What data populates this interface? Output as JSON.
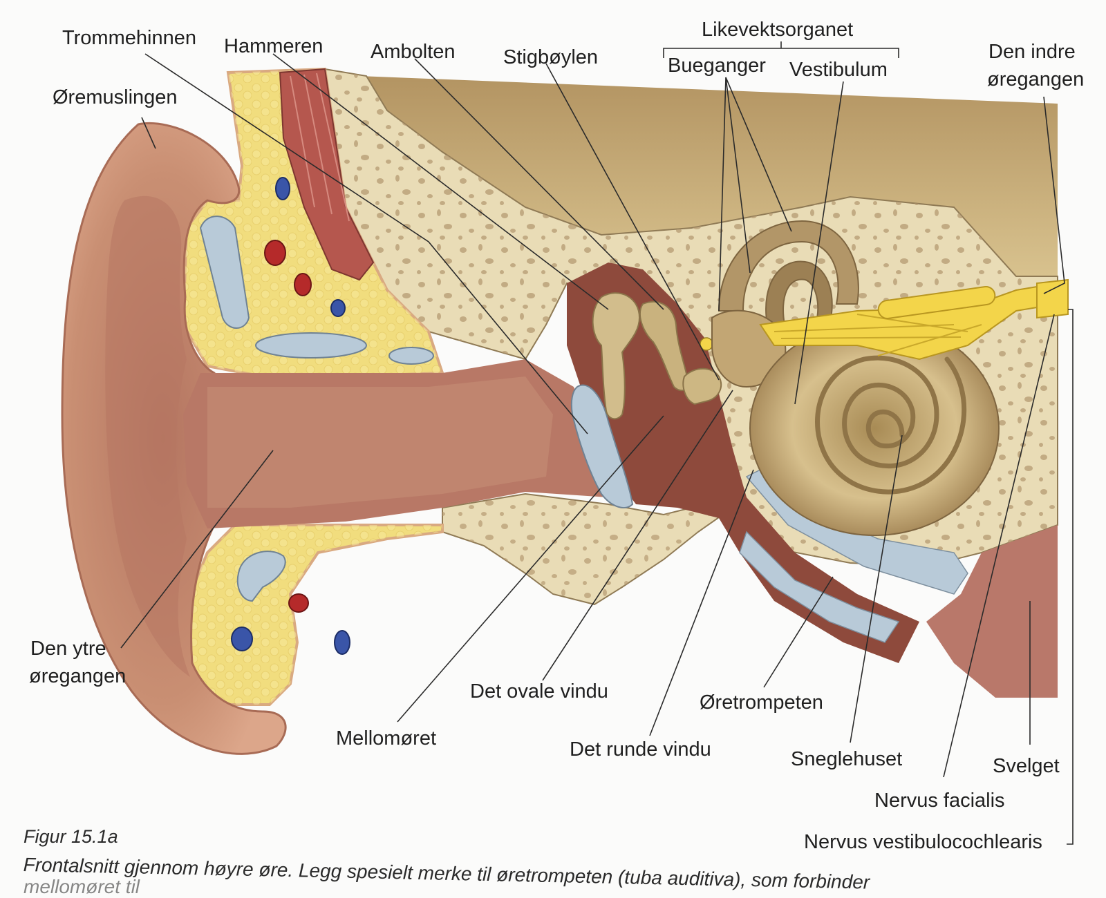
{
  "labels": {
    "trommehinnen": "Trommehinnen",
    "hammeren": "Hammeren",
    "ambolten": "Ambolten",
    "stigboylen": "Stigbøylen",
    "likevektsorganet": "Likevektsorganet",
    "bueganger": "Bueganger",
    "vestibulum": "Vestibulum",
    "den_indre_line1": "Den indre",
    "den_indre_line2": "øregangen",
    "oremuslingen": "Øremuslingen",
    "den_ytre_line1": "Den ytre",
    "den_ytre_line2": "øregangen",
    "mellomoret": "Mellomøret",
    "det_ovale_vindu": "Det ovale vindu",
    "det_runde_vindu": "Det runde vindu",
    "oretrompeten": "Øretrompeten",
    "sneglehuset": "Sneglehuset",
    "svelget": "Svelget",
    "nervus_facialis": "Nervus facialis",
    "nervus_vestibulocochlearis": "Nervus vestibulocochlearis"
  },
  "caption": {
    "title": "Figur 15.1a",
    "text": "Frontalsnitt gjennom høyre øre. Legg spesielt merke til øretrompeten (tuba auditiva), som forbinder",
    "text_cut": "mellomøret til"
  },
  "colors": {
    "skin": "#c98f73",
    "skin_dark": "#9a5a45",
    "canal": "#b87866",
    "fat": "#f1dd7e",
    "bone": "#e9dcb6",
    "bone_pore": "#b59a72",
    "cavity": "#8e4a3c",
    "membrane": "#b8cad8",
    "nerve": "#f3d54a",
    "muscle": "#b5574e",
    "brain": "#c9b07b"
  }
}
